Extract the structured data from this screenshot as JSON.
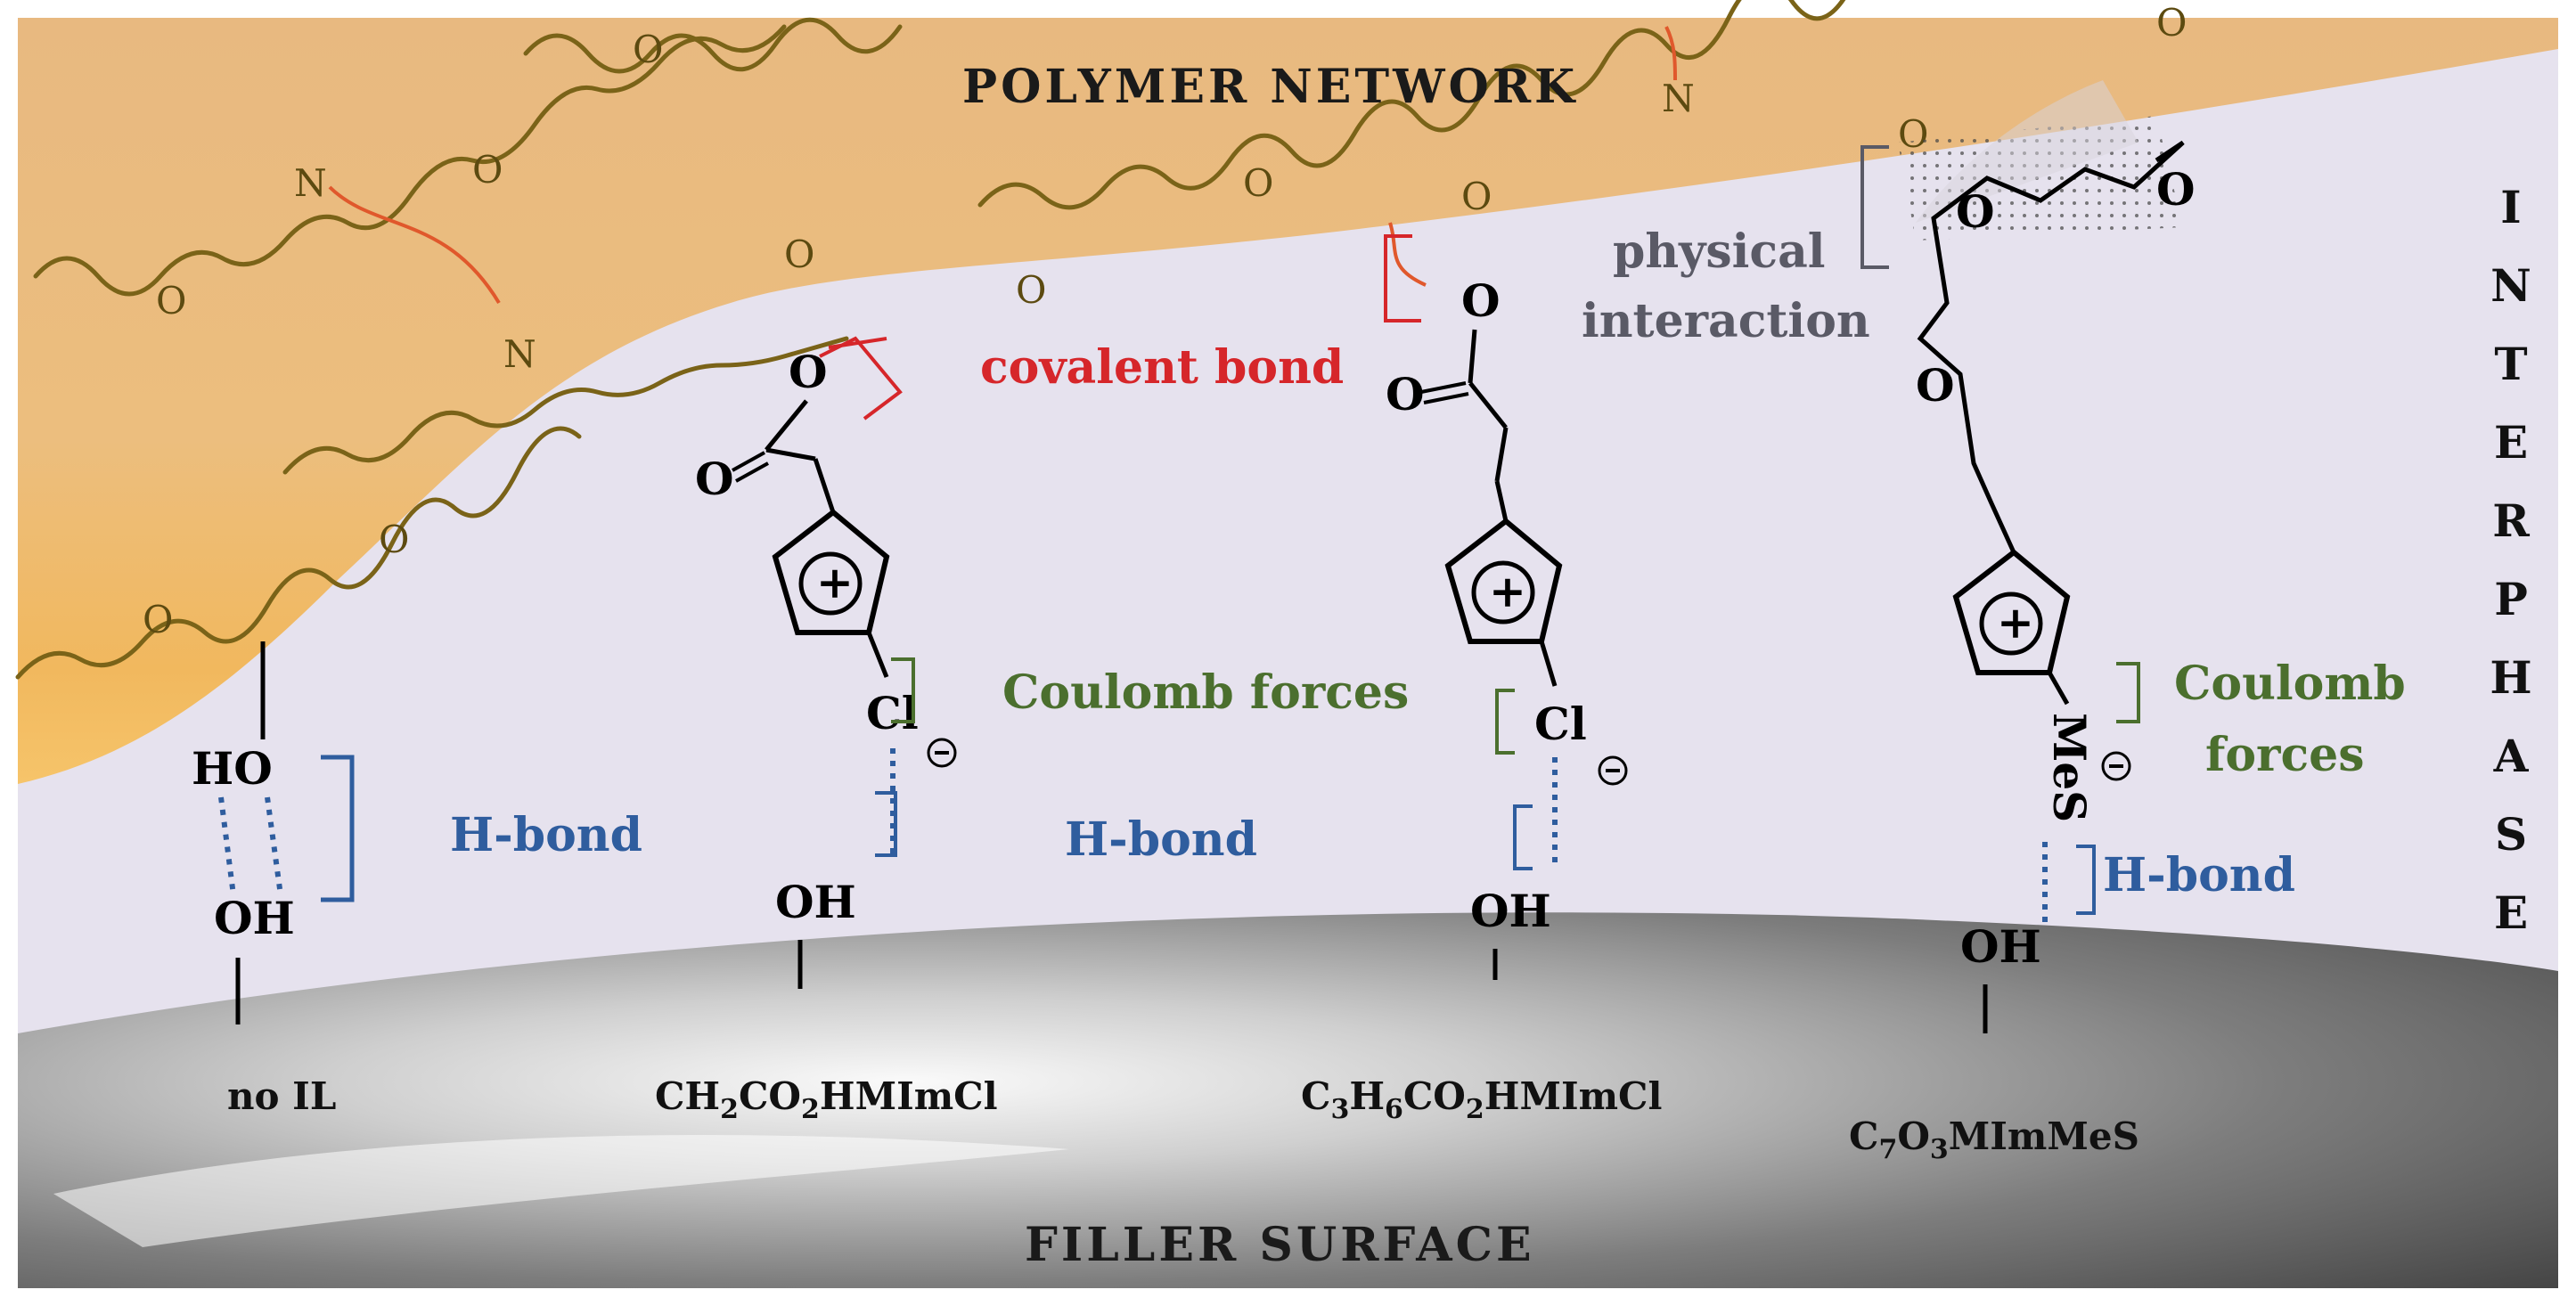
{
  "labels": {
    "polymer_network": "POLYMER NETWORK",
    "filler_surface": "FILLER SURFACE",
    "covalent_bond": "covalent bond",
    "physical": "physical",
    "interaction": "interaction",
    "coulomb_1": "Coulomb forces",
    "coulomb_2a": "Coulomb",
    "coulomb_2b": "forces",
    "hbond": "H-bond"
  },
  "interphase_letters": [
    "I",
    "N",
    "T",
    "E",
    "R",
    "P",
    "H",
    "A",
    "S",
    "E"
  ],
  "atoms": {
    "N": "N",
    "O": "O",
    "HO": "HO",
    "OH": "OH",
    "Cl": "Cl",
    "MeS": "MeS",
    "plus": "+",
    "minus": "−"
  },
  "compounds": {
    "c0": {
      "parts": [
        {
          "t": "no IL",
          "sub": false
        }
      ]
    },
    "c1": {
      "parts": [
        {
          "t": "CH",
          "sub": false
        },
        {
          "t": "2",
          "sub": true
        },
        {
          "t": "CO",
          "sub": false
        },
        {
          "t": "2",
          "sub": true
        },
        {
          "t": "HMImCl",
          "sub": false
        }
      ]
    },
    "c2": {
      "parts": [
        {
          "t": "C",
          "sub": false
        },
        {
          "t": "3",
          "sub": true
        },
        {
          "t": "H",
          "sub": false
        },
        {
          "t": "6",
          "sub": true
        },
        {
          "t": "CO",
          "sub": false
        },
        {
          "t": "2",
          "sub": true
        },
        {
          "t": "HMImCl",
          "sub": false
        }
      ]
    },
    "c3": {
      "parts": [
        {
          "t": "C",
          "sub": false
        },
        {
          "t": "7",
          "sub": true
        },
        {
          "t": "O",
          "sub": false
        },
        {
          "t": "3",
          "sub": true
        },
        {
          "t": "MImMeS",
          "sub": false
        }
      ]
    }
  },
  "colors": {
    "interphase_bg": "#e6e2ee",
    "polymer": "#e9b878",
    "chain": "#7a6318",
    "crosslink": "#e0582c",
    "covalent": "#d6262a",
    "hbond": "#2f5d9e",
    "coulomb": "#4b6f2e",
    "physical": "#5a5a66",
    "filler": "#6f6f6f"
  }
}
